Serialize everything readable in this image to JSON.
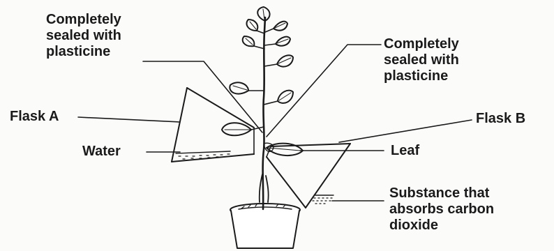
{
  "labels": {
    "sealed_left": [
      "Completely",
      "sealed with",
      "plasticine"
    ],
    "sealed_right": [
      "Completely",
      "sealed with",
      "plasticine"
    ],
    "flask_a": "Flask A",
    "flask_b": "Flask B",
    "water": "Water",
    "leaf": "Leaf",
    "substance": [
      "Substance that",
      "absorbs carbon",
      "dioxide"
    ]
  },
  "colors": {
    "ink": "#1a1a1a",
    "paper": "#fbfbfa"
  }
}
